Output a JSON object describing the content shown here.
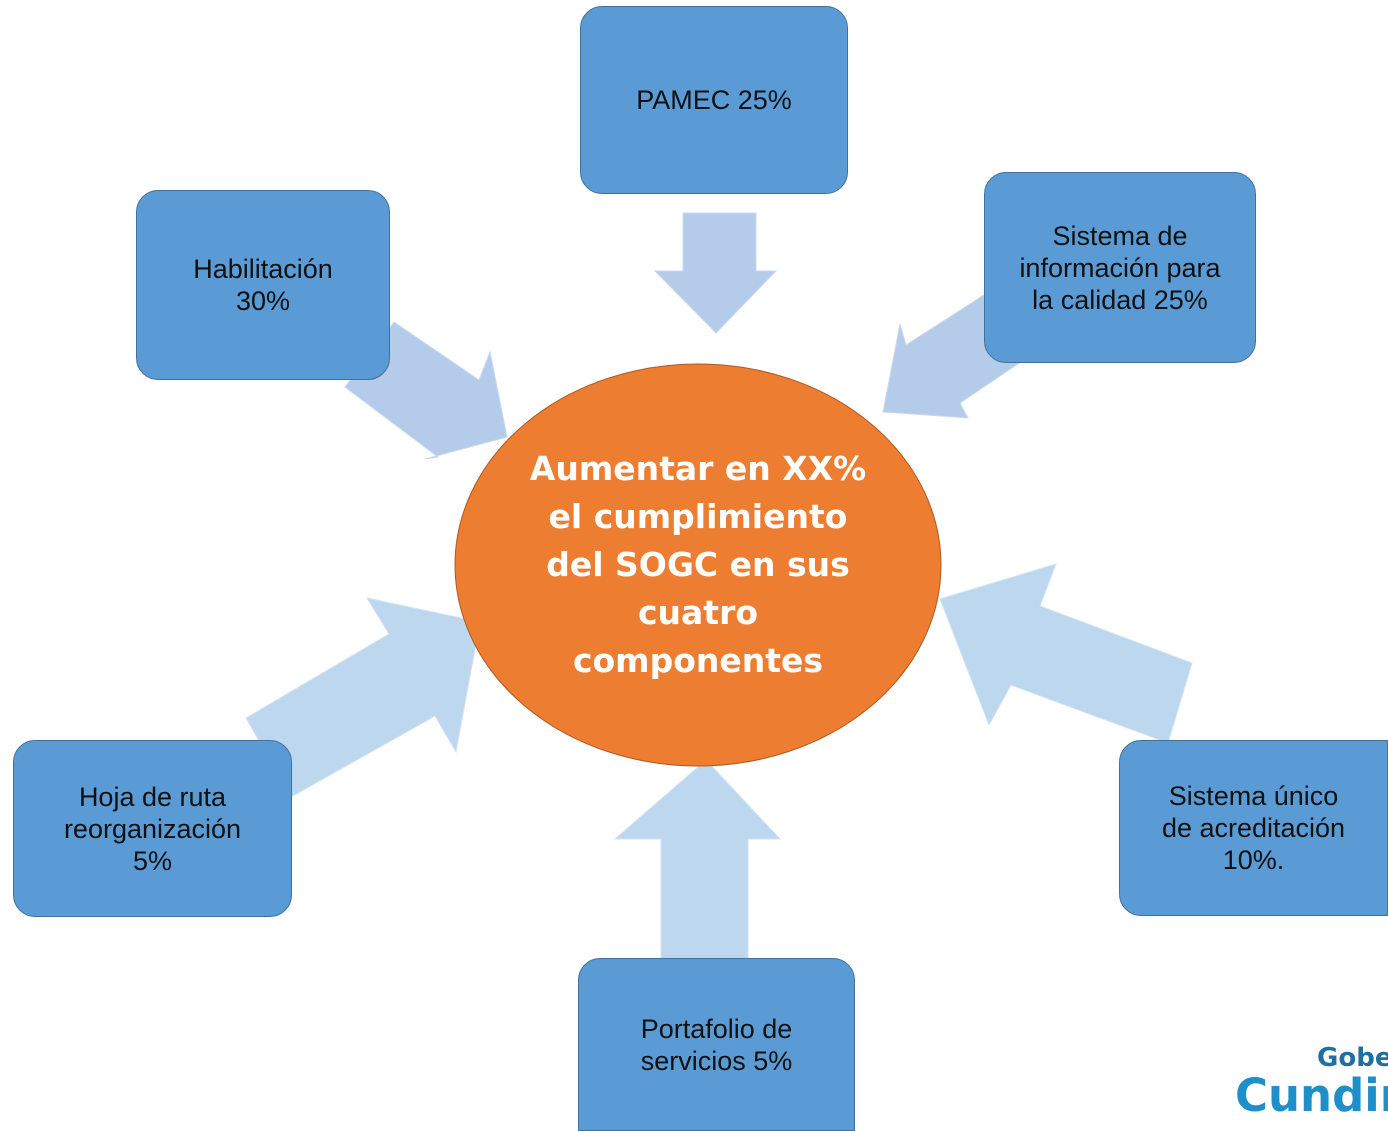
{
  "diagram": {
    "center": {
      "lines": [
        "Aumentar en XX%",
        "el cumplimiento",
        "del SOGC en sus",
        "cuatro",
        "componentes"
      ]
    },
    "nodes": {
      "pamec": [
        "PAMEC 25%"
      ],
      "habilitacion": [
        "Habilitación",
        "30%"
      ],
      "sistema_informacion": [
        "Sistema de",
        "información para",
        "la calidad 25%"
      ],
      "hoja_ruta": [
        "Hoja de ruta",
        "reorganización",
        "5%"
      ],
      "sistema_acreditacion": [
        "Sistema único",
        "de acreditación",
        "10%."
      ],
      "portafolio": [
        "Portafolio de",
        "servicios 5%"
      ]
    }
  },
  "logo": {
    "line1": "Gobe",
    "line2": "Cundin"
  },
  "colors": {
    "center_fill": "#ed7d31",
    "box_fill": "#5b9bd5",
    "box_border": "#41719c",
    "arrow_fill": "#b4cce9",
    "arrow_fill_light": "#bdd7ee",
    "logo_dark": "#1f6f9f",
    "logo_light": "#1e8fc8"
  }
}
